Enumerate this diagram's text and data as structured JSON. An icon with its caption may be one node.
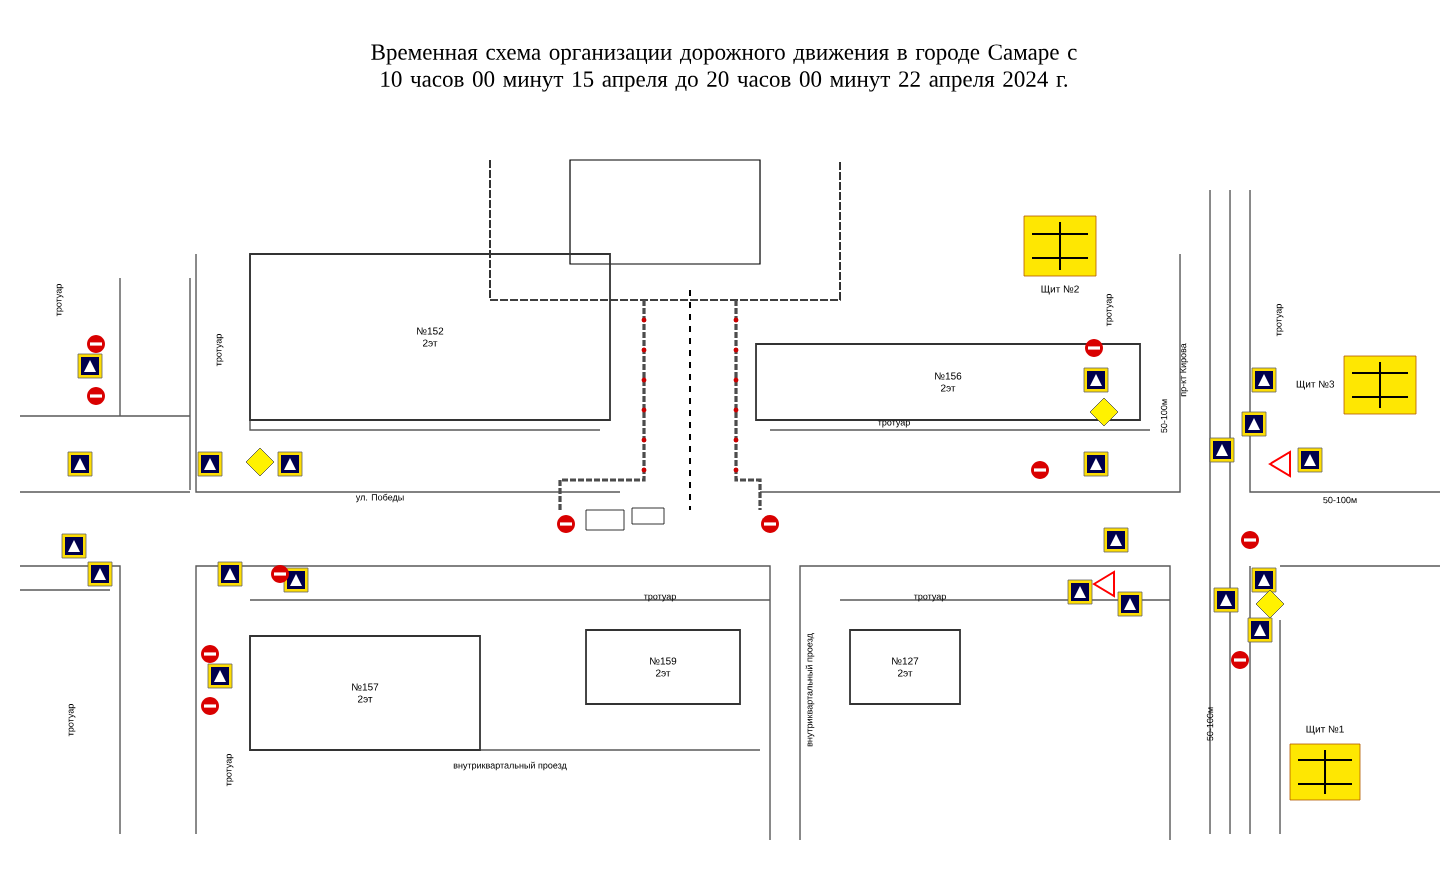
{
  "diagram": {
    "title": "Временная схема организации дорожного движения в городе Самаре с 10 часов 00 минут 15 апреля до 20 часов 00 минут 22 апреля 2024 г.",
    "nodes": [
      {
        "text": [
          "№152",
          "2эт"
        ]
      },
      {
        "text": [
          "№156",
          "2эт"
        ]
      },
      {
        "text": [
          "№157",
          "2эт"
        ]
      },
      {
        "text": [
          "№159",
          "2эт"
        ]
      },
      {
        "text": [
          "№127",
          "2эт"
        ]
      },
      {
        "text": [],
        "shape": "box",
        "beside": [
          "Щит №2"
        ]
      },
      {
        "text": [],
        "shape": "box",
        "beside": [
          "Щит №3"
        ]
      },
      {
        "text": [],
        "shape": "box",
        "beside": [
          "Щит №1"
        ]
      }
    ],
    "edges": [],
    "labels": [
      "ул. Победы",
      "пр-кт Кирова",
      "тротуар",
      "тротуар",
      "тротуар",
      "тротуар",
      "тротуар",
      "тротуар",
      "тротуар",
      "тротуар",
      "тротуар",
      "внутриквартальный проезд",
      "внутриквартальный проезд",
      "50-100м",
      "50-100м",
      "50-100м"
    ]
  }
}
